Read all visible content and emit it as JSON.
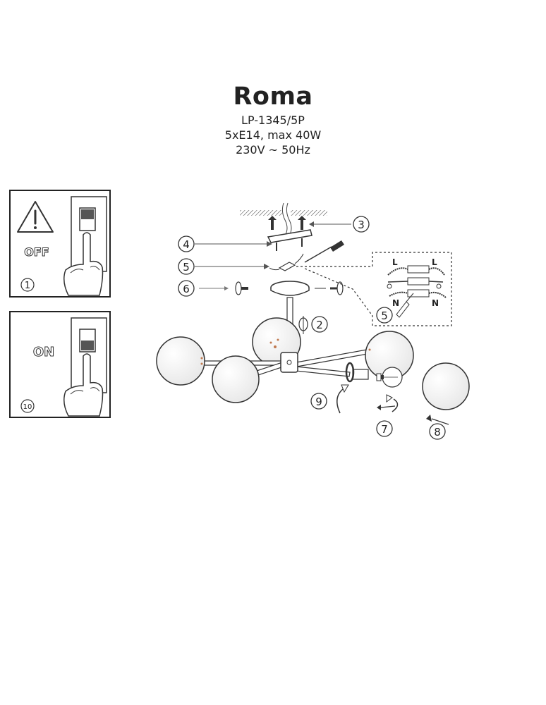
{
  "header": {
    "title": "Roma",
    "model": "LP-1345/5P",
    "bulbs": "5xE14, max 40W",
    "power": "230V ~ 50Hz"
  },
  "panels": [
    {
      "label": "OFF",
      "step": "1"
    },
    {
      "label": "ON",
      "step": "10"
    }
  ],
  "steps": {
    "s2": "2",
    "s3": "3",
    "s4": "4",
    "s5a": "5",
    "s5b": "5",
    "s6": "6",
    "s7": "7",
    "s8": "8",
    "s9": "9"
  },
  "wiring": {
    "l_left": "L",
    "l_right": "L",
    "n_left": "N",
    "n_right": "N"
  },
  "icons": [
    "warning-icon",
    "switch-icon",
    "hand-icon",
    "screwdriver-icon",
    "rotate-icon",
    "arrow-icon",
    "bulb-icon",
    "globe-icon"
  ]
}
